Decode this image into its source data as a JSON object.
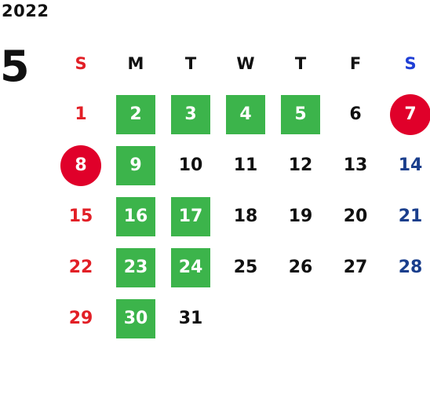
{
  "calendar": {
    "year": "2022",
    "month": "5",
    "weekday_headers": [
      "S",
      "M",
      "T",
      "W",
      "T",
      "F",
      "S"
    ],
    "colors": {
      "sunday": "#e21f26",
      "saturday": "#1a3e8c",
      "saturday_header": "#1f3fd6",
      "highlight_square": "#3cb44b",
      "highlight_circle": "#e0002a",
      "normal": "#111111"
    },
    "weeks": [
      [
        {
          "day": "1",
          "kind": "sunday",
          "mark": "none"
        },
        {
          "day": "2",
          "kind": "weekday",
          "mark": "square"
        },
        {
          "day": "3",
          "kind": "weekday",
          "mark": "square"
        },
        {
          "day": "4",
          "kind": "weekday",
          "mark": "square"
        },
        {
          "day": "5",
          "kind": "weekday",
          "mark": "square"
        },
        {
          "day": "6",
          "kind": "weekday",
          "mark": "none"
        },
        {
          "day": "7",
          "kind": "saturday",
          "mark": "circle"
        }
      ],
      [
        {
          "day": "8",
          "kind": "sunday",
          "mark": "circle"
        },
        {
          "day": "9",
          "kind": "weekday",
          "mark": "square"
        },
        {
          "day": "10",
          "kind": "weekday",
          "mark": "none"
        },
        {
          "day": "11",
          "kind": "weekday",
          "mark": "none"
        },
        {
          "day": "12",
          "kind": "weekday",
          "mark": "none"
        },
        {
          "day": "13",
          "kind": "weekday",
          "mark": "none"
        },
        {
          "day": "14",
          "kind": "saturday",
          "mark": "none"
        }
      ],
      [
        {
          "day": "15",
          "kind": "sunday",
          "mark": "none"
        },
        {
          "day": "16",
          "kind": "weekday",
          "mark": "square"
        },
        {
          "day": "17",
          "kind": "weekday",
          "mark": "square"
        },
        {
          "day": "18",
          "kind": "weekday",
          "mark": "none"
        },
        {
          "day": "19",
          "kind": "weekday",
          "mark": "none"
        },
        {
          "day": "20",
          "kind": "weekday",
          "mark": "none"
        },
        {
          "day": "21",
          "kind": "saturday",
          "mark": "none"
        }
      ],
      [
        {
          "day": "22",
          "kind": "sunday",
          "mark": "none"
        },
        {
          "day": "23",
          "kind": "weekday",
          "mark": "square"
        },
        {
          "day": "24",
          "kind": "weekday",
          "mark": "square"
        },
        {
          "day": "25",
          "kind": "weekday",
          "mark": "none"
        },
        {
          "day": "26",
          "kind": "weekday",
          "mark": "none"
        },
        {
          "day": "27",
          "kind": "weekday",
          "mark": "none"
        },
        {
          "day": "28",
          "kind": "saturday",
          "mark": "none"
        }
      ],
      [
        {
          "day": "29",
          "kind": "sunday",
          "mark": "none"
        },
        {
          "day": "30",
          "kind": "weekday",
          "mark": "square"
        },
        {
          "day": "31",
          "kind": "weekday",
          "mark": "none"
        }
      ]
    ]
  }
}
